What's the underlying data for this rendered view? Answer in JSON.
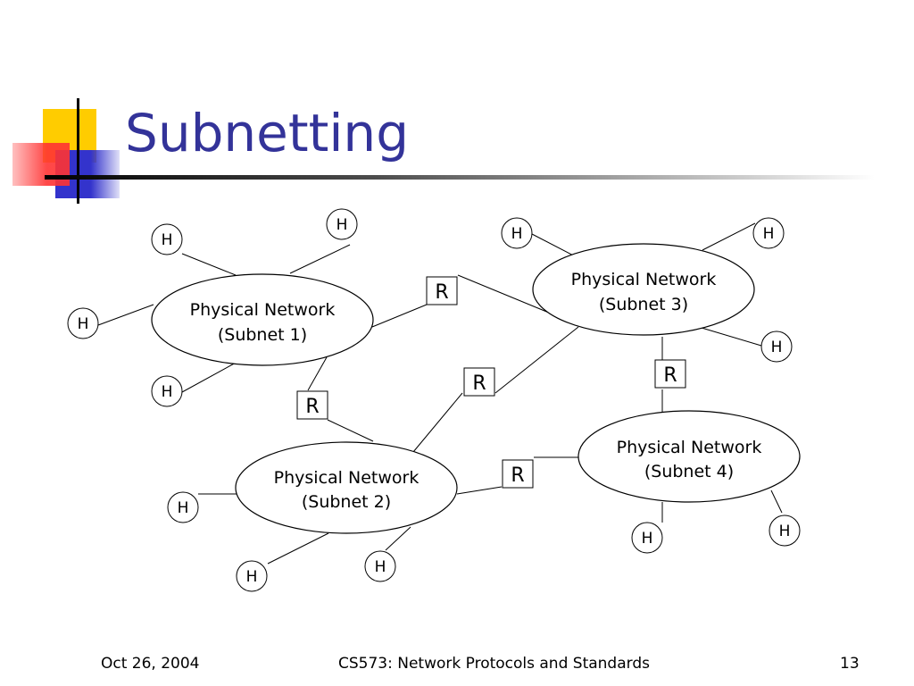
{
  "slide": {
    "title": "Subnetting",
    "footer_left": "Oct 26, 2004",
    "footer_center": "CS573: Network Protocols and Standards",
    "footer_right": "13"
  },
  "diagram": {
    "networks": [
      {
        "id": "subnet1",
        "line1": "Physical Network",
        "line2": "(Subnet 1)"
      },
      {
        "id": "subnet2",
        "line1": "Physical Network",
        "line2": "(Subnet 2)"
      },
      {
        "id": "subnet3",
        "line1": "Physical Network",
        "line2": "(Subnet 3)"
      },
      {
        "id": "subnet4",
        "line1": "Physical Network",
        "line2": "(Subnet 4)"
      }
    ],
    "router_label": "R",
    "host_label": "H"
  },
  "colors": {
    "title": "#333399",
    "deco_yellow": "#ffcc00",
    "deco_red": "#ff3333",
    "deco_blue": "#3333cc"
  }
}
